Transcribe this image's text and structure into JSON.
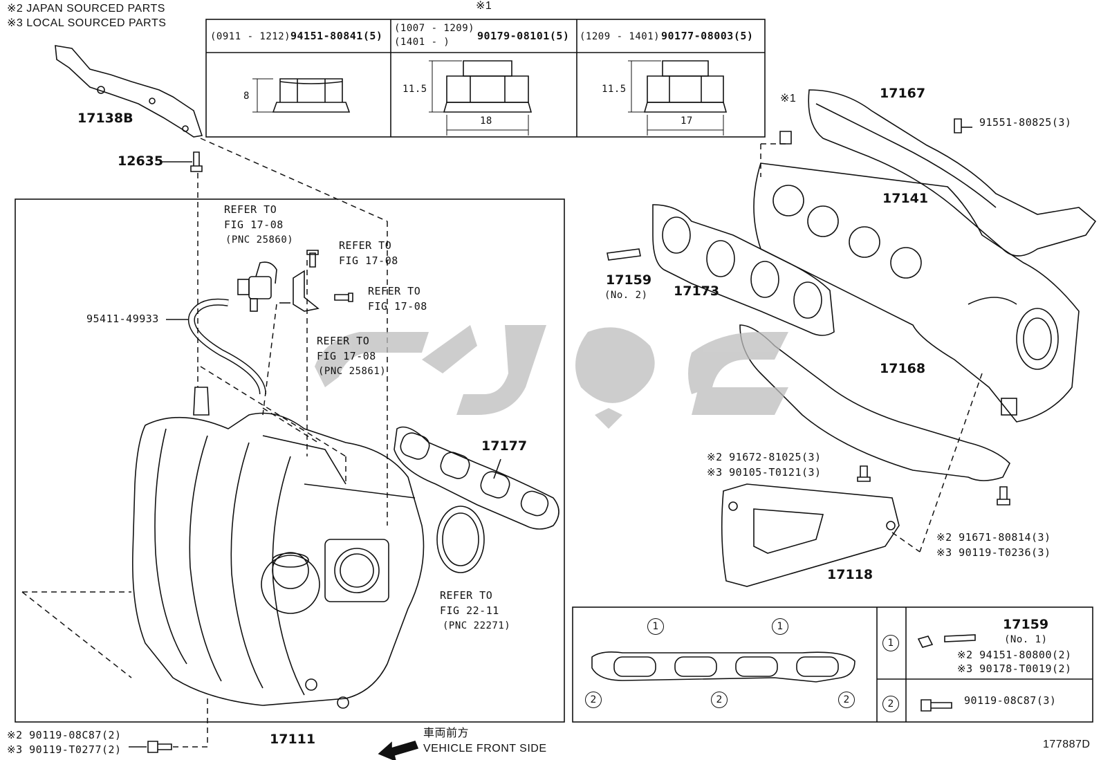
{
  "legend": {
    "japan": "※2 JAPAN SOURCED PARTS",
    "local": "※3 LOCAL SOURCED PARTS"
  },
  "nut_table": {
    "marker": "※1",
    "col1": {
      "range": "(0911 - 1212)",
      "part": "94151-80841(5)",
      "height": "8"
    },
    "col2": {
      "range_a": "(1007 - 1209)",
      "range_b": "(1401 -      )",
      "part": "90179-08101(5)",
      "height": "11.5",
      "width": "18"
    },
    "col3": {
      "range": "(1209 - 1401)",
      "part": "90177-08003(5)",
      "height": "11.5",
      "width": "17"
    }
  },
  "parts": {
    "p17138B": "17138B",
    "p12635": "12635",
    "p95411": "95411-49933",
    "p17111": "17111",
    "p17177": "17177",
    "p17167": "17167",
    "p17141": "17141",
    "p17159no2": "17159",
    "no2": "(No. 2)",
    "p17173": "17173",
    "p17168": "17168",
    "p17118": "17118",
    "p91551": "91551-80825(3)",
    "marker1": "※1"
  },
  "refs": {
    "r1_a": "REFER TO",
    "r1_b": "FIG 17-08",
    "r1_c": "(PNC 25860)",
    "r2_a": "REFER TO",
    "r2_b": "FIG 17-08",
    "r3_a": "REFER TO",
    "r3_b": "FIG 17-08",
    "r4_a": "REFER TO",
    "r4_b": "FIG 17-08",
    "r4_c": "(PNC 25861)",
    "r5_a": "REFER TO",
    "r5_b": "FIG 22-11",
    "r5_c": "(PNC 22271)"
  },
  "bolts": {
    "b91672": "※2 91672-81025(3)",
    "b90105": "※3 90105-T0121(3)",
    "b91671": "※2 91671-80814(3)",
    "b90119t0236": "※3 90119-T0236(3)",
    "b90119_08c87": "※2 90119-08C87(2)",
    "b90119t0277": "※3 90119-T0277(2)"
  },
  "detail": {
    "c1": "1",
    "c2": "2",
    "p17159": "17159",
    "no1": "(No. 1)",
    "d94151": "※2 94151-80800(2)",
    "d90178": "※3 90178-T0019(2)",
    "d90119": "90119-08C87(3)"
  },
  "front": {
    "jp": "車両前方",
    "en": "VEHICLE FRONT SIDE"
  },
  "figure_id": "177887D"
}
